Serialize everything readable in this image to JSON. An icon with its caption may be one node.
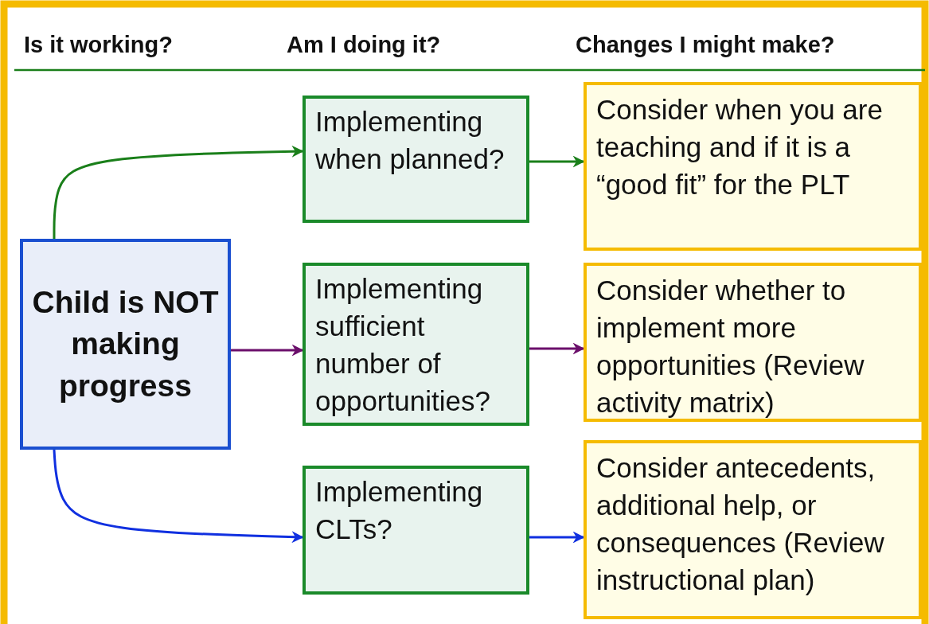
{
  "diagram": {
    "nodes": [
      {
        "text": [
          "Child is NOT making progress"
        ]
      },
      {
        "text": [
          "Implementing when planned?"
        ]
      },
      {
        "text": [
          "Implementing sufficient number of opportunities?"
        ]
      },
      {
        "text": [
          "Implementing CLTs?"
        ]
      },
      {
        "text": [
          "Consider when you are teaching and if it is a “good fit” for the PLT"
        ]
      },
      {
        "text": [
          "Consider whether to implement more opportunities (Review activity matrix)"
        ]
      },
      {
        "text": [
          "Consider antecedents, additional help, or consequences (Review instructional plan)"
        ]
      }
    ],
    "edges": [
      {
        "from": 0,
        "to": 1,
        "arrow": "to",
        "color": "#1a7f1a"
      },
      {
        "from": 0,
        "to": 2,
        "arrow": "to",
        "color": "#6b0f6b"
      },
      {
        "from": 0,
        "to": 3,
        "arrow": "to",
        "color": "#1030e0"
      },
      {
        "from": 1,
        "to": 4,
        "arrow": "to",
        "color": "#1a7f1a"
      },
      {
        "from": 2,
        "to": 5,
        "arrow": "to",
        "color": "#6b0f6b"
      },
      {
        "from": 3,
        "to": 6,
        "arrow": "to",
        "color": "#1030e0"
      }
    ],
    "labels": [
      "Is it working?",
      "Am I doing it?",
      "Changes I might make?"
    ]
  }
}
